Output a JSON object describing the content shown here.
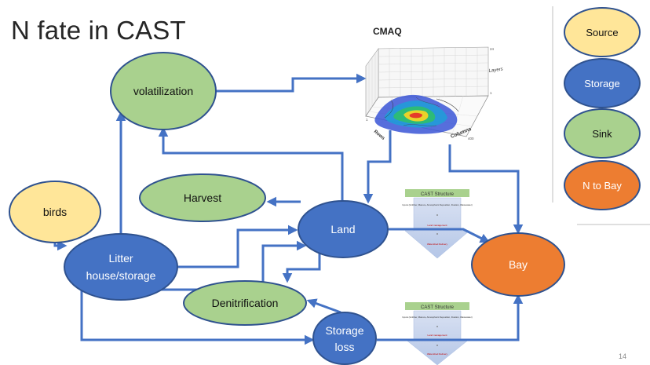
{
  "slide": {
    "title": "N fate in CAST",
    "page_number": "14"
  },
  "plot_label": "CMAQ",
  "plot_axes": {
    "layers": "Layers",
    "rows": "Rows",
    "columns": "Columns"
  },
  "nodes": {
    "volatilization": "volatilization",
    "birds": "birds",
    "litter_line1": "Litter",
    "litter_line2": "house/storage",
    "harvest": "Harvest",
    "land": "Land",
    "denitrification": "Denitrification",
    "storage_loss_line1": "Storage",
    "storage_loss_line2": "loss",
    "bay": "Bay"
  },
  "legend": [
    {
      "label": "Source",
      "fill": "#FFE699"
    },
    {
      "label": "Storage",
      "fill": "#4472C4"
    },
    {
      "label": "Sink",
      "fill": "#A9D18E"
    },
    {
      "label": "N to Bay",
      "fill": "#ED7D31"
    }
  ],
  "cast_structure": {
    "header": "CAST Structure",
    "inputs": "Inputs (fertilizer, Manure, Atmospheric Deposition, Fixation, Wastewater)",
    "land_mgmt": "Land management",
    "delivery": "Watershed Delivery"
  },
  "colors": {
    "source": "#FFE699",
    "storage": "#4472C4",
    "sink": "#A9D18E",
    "bay": "#ED7D31",
    "arrow": "#4472C4",
    "outline": "#2F528F"
  }
}
